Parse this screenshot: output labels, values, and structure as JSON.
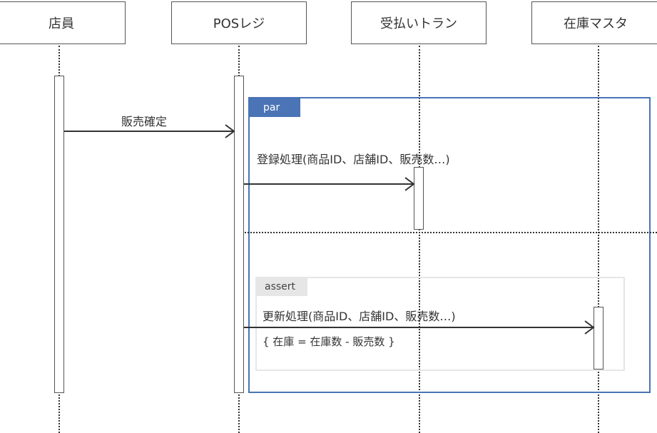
{
  "participants": [
    {
      "id": "clerk",
      "label": "店員"
    },
    {
      "id": "pos",
      "label": "POSレジ"
    },
    {
      "id": "transaction",
      "label": "受払いトラン"
    },
    {
      "id": "stock_master",
      "label": "在庫マスタ"
    }
  ],
  "fragments": {
    "par": {
      "label": "par"
    },
    "assert": {
      "label": "assert"
    }
  },
  "messages": [
    {
      "from": "clerk",
      "to": "pos",
      "label": "販売確定"
    },
    {
      "from": "pos",
      "to": "transaction",
      "label": "登録処理(商品ID、店舗ID、販売数…)"
    },
    {
      "from": "pos",
      "to": "stock_master",
      "label": "更新処理(商品ID、店舗ID、販売数…)"
    }
  ],
  "constraint": {
    "label": "{ 在庫 = 在庫数 - 販売数 }"
  },
  "colors": {
    "frame_par": "#4a74b5",
    "frame_assert": "#e6e6e6",
    "line": "#333333"
  }
}
